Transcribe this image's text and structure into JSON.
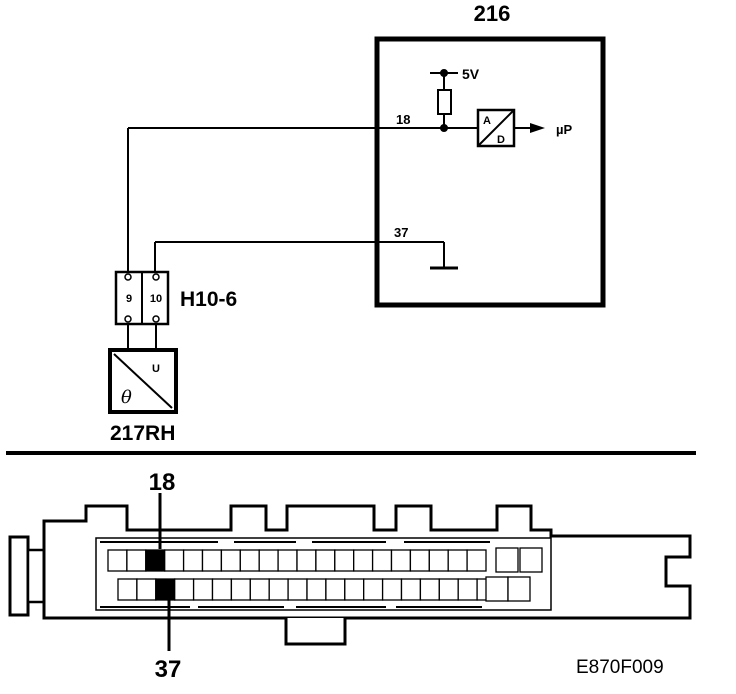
{
  "schematic": {
    "ecu_label": "216",
    "supply_label": "5V",
    "adc_top": "A",
    "adc_bottom": "D",
    "output_label": "µP",
    "pin_signal": "18",
    "pin_ground": "37",
    "connector_label": "H10-6",
    "connector_pin_left": "9",
    "connector_pin_right": "10",
    "sensor_label": "217RH",
    "sensor_symbol_u": "U",
    "sensor_symbol_theta": "θ"
  },
  "connector_view": {
    "pin_upper_label": "18",
    "pin_lower_label": "37"
  },
  "figure_code": "E870F009"
}
